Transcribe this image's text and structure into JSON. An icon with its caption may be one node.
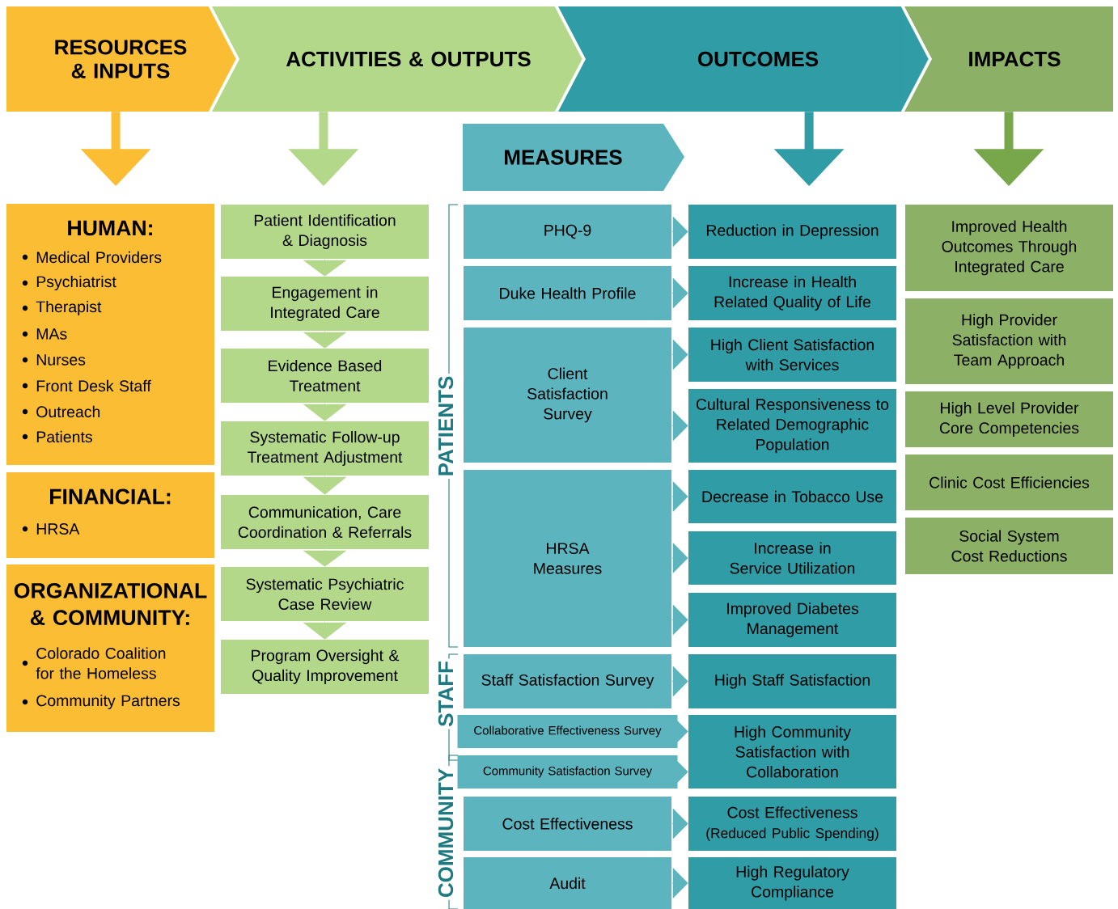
{
  "diagram": {
    "nodes": [
      {
        "text": [
          "RESOURCES & INPUTS"
        ]
      },
      {
        "text": [
          "ACTIVITIES & OUTPUTS"
        ]
      },
      {
        "text": [
          "OUTCOMES"
        ]
      },
      {
        "text": [
          "IMPACTS"
        ]
      },
      {
        "text": [
          "MEASURES"
        ]
      },
      {
        "text": [
          "HUMAN:",
          "Medical Providers",
          "Psychiatrist",
          "Therapist",
          "MAs",
          "Nurses",
          "Front Desk Staff",
          "Outreach",
          "Patients"
        ]
      },
      {
        "text": [
          "FINANCIAL:",
          "HRSA"
        ]
      },
      {
        "text": [
          "ORGANIZATIONAL & COMMUNITY:",
          "Colorado Coalition for the Homeless",
          "Community Partners"
        ]
      },
      {
        "text": [
          "Patient Identification & Diagnosis"
        ]
      },
      {
        "text": [
          "Engagement in Integrated Care"
        ]
      },
      {
        "text": [
          "Evidence Based Treatment"
        ]
      },
      {
        "text": [
          "Systematic Follow-up Treatment Adjustment"
        ]
      },
      {
        "text": [
          "Communication, Care Coordination & Referrals"
        ]
      },
      {
        "text": [
          "Systematic Psychiatric Case Review"
        ]
      },
      {
        "text": [
          "Program Oversight & Quality Improvement"
        ]
      },
      {
        "text": [
          "PHQ-9"
        ]
      },
      {
        "text": [
          "Duke Health Profile"
        ]
      },
      {
        "text": [
          "Client Satisfaction Survey"
        ]
      },
      {
        "text": [
          "HRSA Measures"
        ]
      },
      {
        "text": [
          "Staff Satisfaction Survey"
        ]
      },
      {
        "text": [
          "Collaborative Effectiveness Survey"
        ]
      },
      {
        "text": [
          "Community Satisfaction Survey"
        ]
      },
      {
        "text": [
          "Cost Effectiveness"
        ]
      },
      {
        "text": [
          "Audit"
        ]
      },
      {
        "text": [
          "Reduction in Depression"
        ]
      },
      {
        "text": [
          "Increase in Health Related Quality of Life"
        ]
      },
      {
        "text": [
          "High Client Satisfaction with Services"
        ]
      },
      {
        "text": [
          "Cultural Responsiveness to Related Demographic Population"
        ]
      },
      {
        "text": [
          "Decrease in Tobacco Use"
        ]
      },
      {
        "text": [
          "Increase in Service Utilization"
        ]
      },
      {
        "text": [
          "Improved Diabetes Management"
        ]
      },
      {
        "text": [
          "High Staff Satisfaction"
        ]
      },
      {
        "text": [
          "High Community Satisfaction with Collaboration"
        ]
      },
      {
        "text": [
          "Cost Effectiveness",
          "(Reduced Public Spending)"
        ]
      },
      {
        "text": [
          "High Regulatory Compliance"
        ]
      },
      {
        "text": [
          "Improved Health Outcomes Through Integrated Care"
        ]
      },
      {
        "text": [
          "High Provider Satisfaction with Team Approach"
        ]
      },
      {
        "text": [
          "High Level Provider Core Competencies"
        ]
      },
      {
        "text": [
          "Clinic Cost Efficiencies"
        ]
      },
      {
        "text": [
          "Social System Cost Reductions"
        ]
      }
    ],
    "edges": [
      {
        "from": 0,
        "to": null,
        "arrow": "to",
        "style": "thick",
        "color": "#fbbd33"
      },
      {
        "from": 1,
        "to": null,
        "arrow": "to",
        "style": "thick",
        "color": "#b3d88a"
      },
      {
        "from": 2,
        "to": null,
        "arrow": "to",
        "style": "thick",
        "color": "#2f9ca6"
      },
      {
        "from": 3,
        "to": null,
        "arrow": "to",
        "style": "thick",
        "color": "#78a74b"
      },
      {
        "from": 8,
        "to": 9,
        "arrow": "to",
        "color": "#b3d88a"
      },
      {
        "from": 9,
        "to": 10,
        "arrow": "to",
        "color": "#b3d88a"
      },
      {
        "from": 10,
        "to": 11,
        "arrow": "to",
        "color": "#b3d88a"
      },
      {
        "from": 11,
        "to": 12,
        "arrow": "to",
        "color": "#b3d88a"
      },
      {
        "from": 12,
        "to": 13,
        "arrow": "to",
        "color": "#b3d88a"
      },
      {
        "from": 13,
        "to": 14,
        "arrow": "to",
        "color": "#b3d88a"
      },
      {
        "from": 15,
        "to": 24,
        "arrow": "to"
      },
      {
        "from": 16,
        "to": 25,
        "arrow": "to"
      },
      {
        "from": 17,
        "to": 26,
        "arrow": "to"
      },
      {
        "from": 17,
        "to": 27,
        "arrow": "to"
      },
      {
        "from": 18,
        "to": 28,
        "arrow": "to"
      },
      {
        "from": 18,
        "to": 29,
        "arrow": "to"
      },
      {
        "from": 18,
        "to": 30,
        "arrow": "to"
      },
      {
        "from": 19,
        "to": 31,
        "arrow": "to"
      },
      {
        "from": 20,
        "to": 32,
        "arrow": "to"
      },
      {
        "from": 21,
        "to": 32,
        "arrow": "to"
      },
      {
        "from": 22,
        "to": 33,
        "arrow": "to"
      },
      {
        "from": 23,
        "to": 34,
        "arrow": "to"
      },
      {
        "from": 0,
        "to": 1,
        "arrow": "to",
        "color": "#fbbd33"
      },
      {
        "from": 1,
        "to": 2,
        "arrow": "to",
        "color": "#b3d88a"
      },
      {
        "from": 2,
        "to": 3,
        "arrow": "to",
        "color": "#2f9ca6"
      }
    ],
    "labels": [
      "PATIENTS",
      "STAFF",
      "COMMUNITY"
    ]
  }
}
